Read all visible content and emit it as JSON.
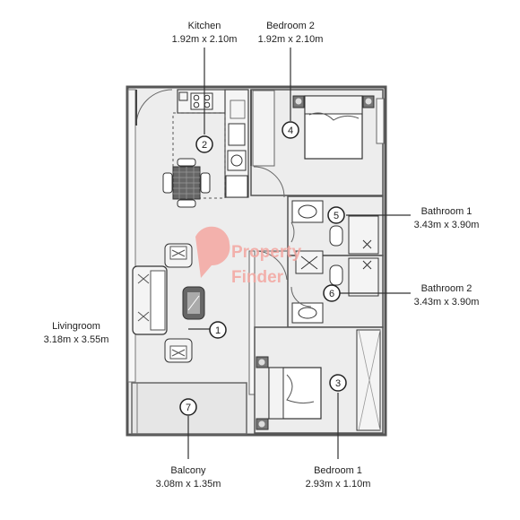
{
  "rooms": [
    {
      "number": "1",
      "name": "Livingroom",
      "dims": "3.18m x 3.55m"
    },
    {
      "number": "2",
      "name": "Kitchen",
      "dims": "1.92m x 2.10m"
    },
    {
      "number": "3",
      "name": "Bedroom 1",
      "dims": "2.93m x 1.10m"
    },
    {
      "number": "4",
      "name": "Bedroom 2",
      "dims": "1.92m x 2.10m"
    },
    {
      "number": "5",
      "name": "Bathroom 1",
      "dims": "3.43m x 3.90m"
    },
    {
      "number": "6",
      "name": "Bathroom 2",
      "dims": "3.43m x 3.90m"
    },
    {
      "number": "7",
      "name": "Balcony",
      "dims": "3.08m x 1.35m"
    }
  ],
  "watermark": {
    "line1": "Property",
    "line2": "Finder",
    "color": "#f3a6a0"
  },
  "colors": {
    "floor": "#ededed",
    "wall": "#555555",
    "line": "#222222",
    "marker_fill": "#ffffff"
  }
}
